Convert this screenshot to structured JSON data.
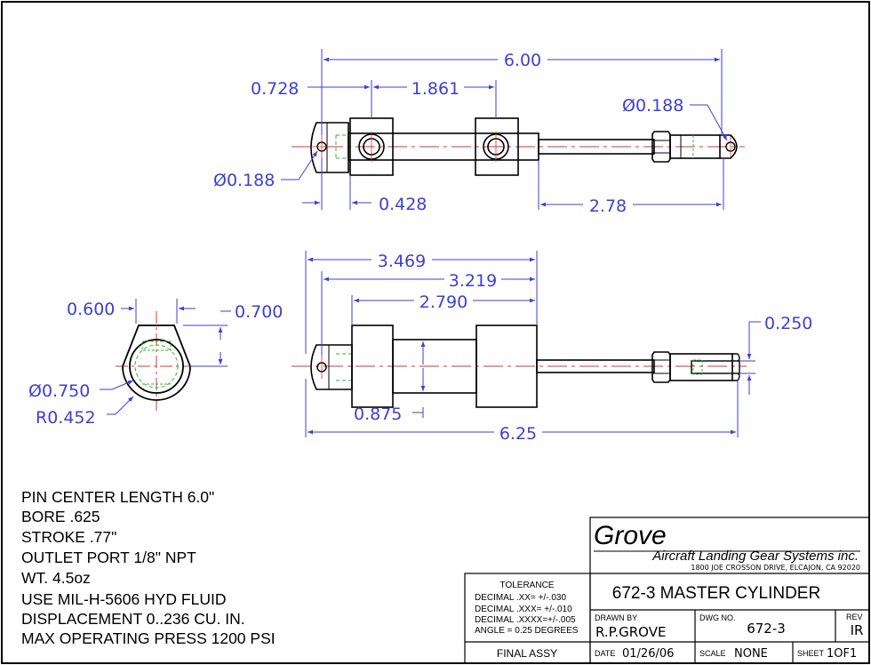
{
  "dimensions": {
    "overall_top": "6.00",
    "eye_offset": "0.728",
    "port_spacing": "1.861",
    "rod_pin_dia": "Ø0.188",
    "eye_pin_dia": "Ø0.188",
    "eye_to_port": "0.428",
    "rod_ext": "2.78",
    "d3469": "3.469",
    "d3219": "3.219",
    "d2790": "2.790",
    "end_width": "0.600",
    "end_height": "0.700",
    "clevis_slot": "0.250",
    "bore_dia": "Ø0.750",
    "end_radius": "R0.452",
    "body_height": "0.875",
    "overall_side": "6.25"
  },
  "notes": [
    "PIN CENTER LENGTH 6.0\"",
    "BORE .625",
    "STROKE .77\"",
    "OUTLET PORT 1/8\" NPT",
    "WT. 4.5oz",
    "USE MIL-H-5606 HYD FLUID",
    "DISPLACEMENT 0..236 CU. IN.",
    "MAX OPERATING PRESS 1200 PSI"
  ],
  "title_block": {
    "company": "Grove",
    "company_full": "Aircraft Landing Gear Systems inc.",
    "address": "1800 JOE CROSSON DRIVE, ELCAJON, CA 92020",
    "title": "672-3 MASTER CYLINDER",
    "tolerance_header": "TOLERANCE",
    "tolerances": [
      "DECIMAL .XX=  +/-.030",
      "DECIMAL .XXX= +/-.010",
      "DECIMAL .XXXX=+/-.005",
      "ANGLE = 0.25 DEGREES"
    ],
    "final_assy": "FINAL ASSY",
    "drawn_by_label": "DRAWN BY",
    "drawn_by": "R.P.GROVE",
    "dwg_no_label": "DWG NO.",
    "dwg_no": "672-3",
    "rev_label": "REV",
    "rev": "IR",
    "date_label": "DATE",
    "date": "01/26/06",
    "scale_label": "SCALE",
    "scale": "NONE",
    "sheet_label": "SHEET",
    "sheet": "1OF1"
  },
  "colors": {
    "dimension": "#3f3fd0",
    "centerline": "#e03030",
    "hidden": "#2fb82f",
    "outline": "#000000"
  }
}
